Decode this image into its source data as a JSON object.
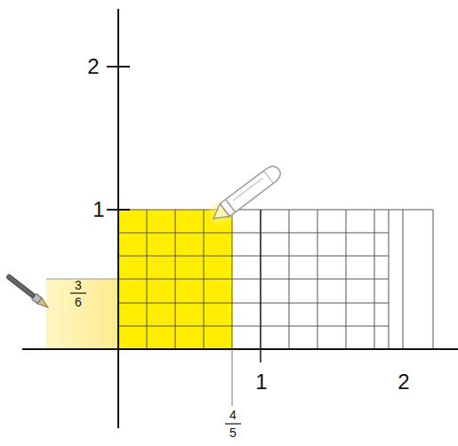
{
  "diagram": {
    "labels": [
      "2",
      "1",
      "3",
      "6",
      "4",
      "5",
      "1",
      "2"
    ]
  }
}
